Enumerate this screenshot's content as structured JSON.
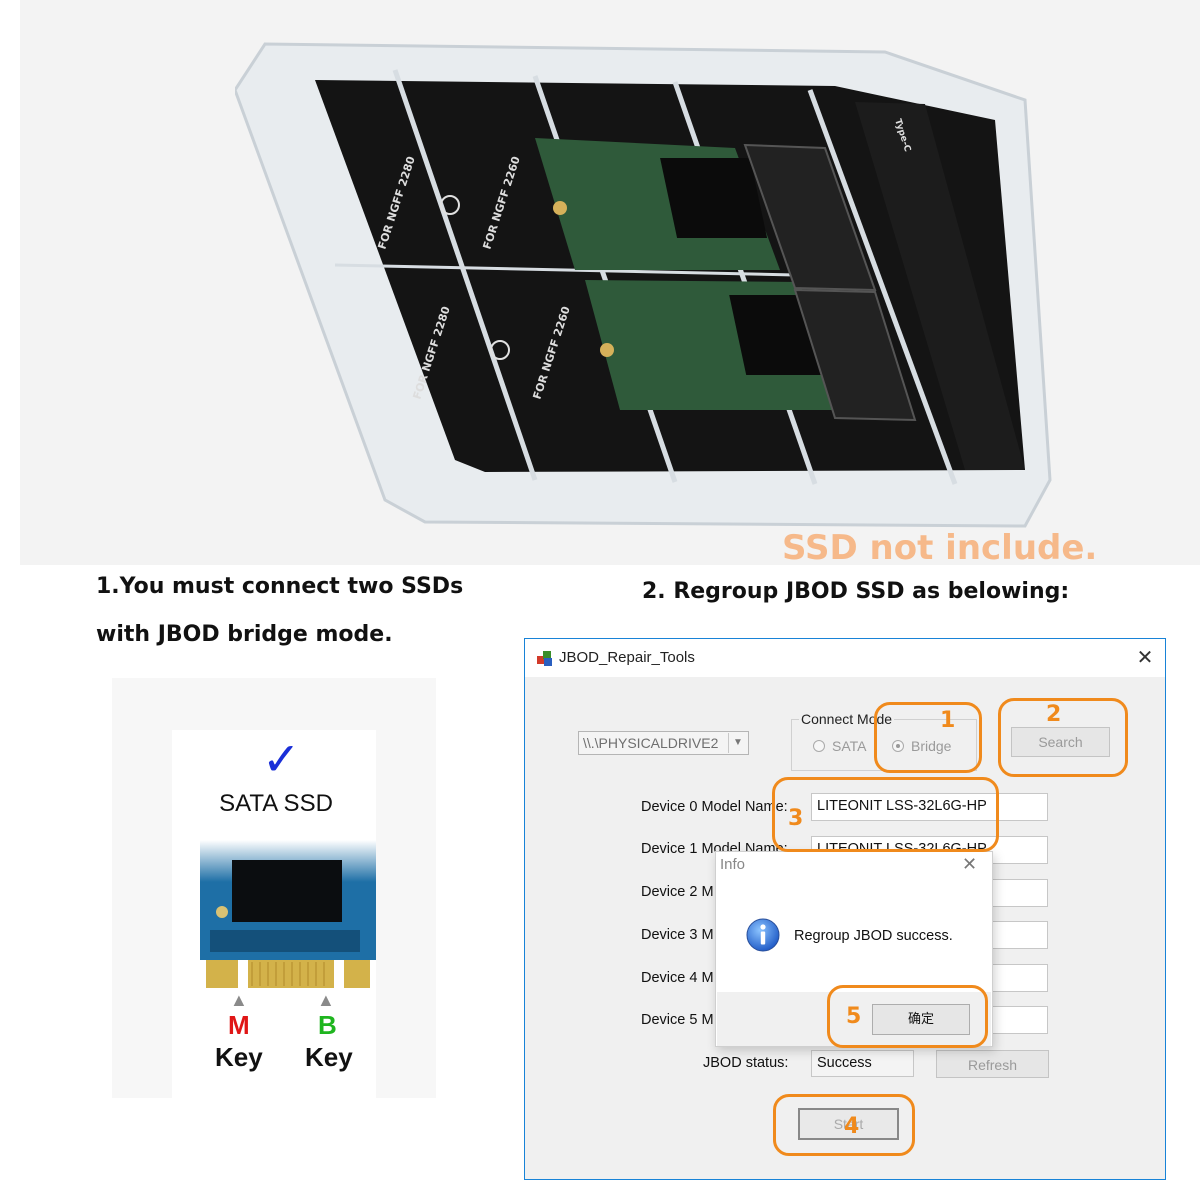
{
  "product_photo": {
    "tags": [
      "FOR NGFF 2280",
      "FOR NGFF 2260",
      "FOR NGFF 2280",
      "FOR NGFF 2260"
    ],
    "port_label": "Type-C"
  },
  "captions": {
    "ssd_note": "SSD not include.",
    "step1_line1": "1.You must connect two SSDs",
    "step1_line2": "with JBOD bridge mode.",
    "step2": "2. Regroup JBOD SSD as belowing:"
  },
  "sata_panel": {
    "check": "✓",
    "title": "SATA SSD",
    "key_m_letter": "M",
    "key_b_letter": "B",
    "key_word_m": "Key",
    "key_word_b": "Key",
    "key_m_color": "#e01616",
    "key_b_color": "#1fb51f"
  },
  "window": {
    "title": "JBOD_Repair_Tools",
    "close": "✕",
    "drive_select": "\\\\.\\PHYSICALDRIVE2",
    "connect_mode_label": "Connect Mode",
    "radio_sata": "SATA",
    "radio_bridge": "Bridge",
    "search_button": "Search",
    "devices": [
      {
        "label": "Device 0 Model Name:",
        "value": "LITEONIT LSS-32L6G-HP"
      },
      {
        "label": "Device 1 Model Name:",
        "value": "LITEONIT LSS-32L6G-HP"
      },
      {
        "label": "Device 2 M",
        "value": ""
      },
      {
        "label": "Device 3 M",
        "value": ""
      },
      {
        "label": "Device 4 M",
        "value": ""
      },
      {
        "label": "Device 5 M",
        "value": ""
      }
    ],
    "jbod_status_label": "JBOD status:",
    "jbod_status_value": "Success",
    "refresh_button": "Refresh",
    "start_button": "Start"
  },
  "info_popup": {
    "title": "Info",
    "close": "✕",
    "message": "Regroup JBOD success.",
    "ok_button": "确定",
    "icon": "info-icon"
  },
  "callouts": [
    "1",
    "2",
    "3",
    "4",
    "5"
  ],
  "colors": {
    "accent_orange": "#f08a1c",
    "ssd_note": "#f6b98a",
    "window_border": "#1883d7"
  }
}
